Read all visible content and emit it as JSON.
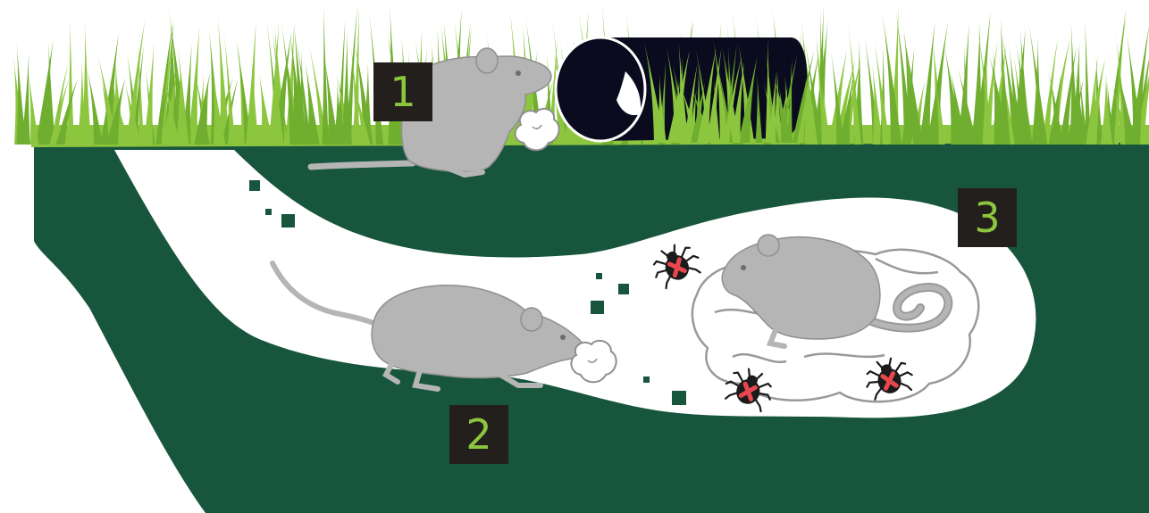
{
  "colors": {
    "grass_light": "#8cc63e",
    "grass_dark": "#6fae2f",
    "soil": "#17553d",
    "burrow": "#ffffff",
    "mouse": "#b5b5b5",
    "mouse_outline": "#8f8f8f",
    "tube": "#0a0b1e",
    "particle": "#17553d",
    "badge_bg": "#231f1c",
    "badge_text": "#8cc63e",
    "tick_body": "#1b1b1b",
    "tick_mark": "#e8474d"
  },
  "icons": {
    "tube": "cardboard-tube-icon",
    "mouse": "mouse-icon",
    "tick": "tick-icon",
    "cross": "cross-mark-icon",
    "cotton": "cotton-ball-icon"
  },
  "steps": [
    {
      "label": "1"
    },
    {
      "label": "2"
    },
    {
      "label": "3"
    }
  ]
}
